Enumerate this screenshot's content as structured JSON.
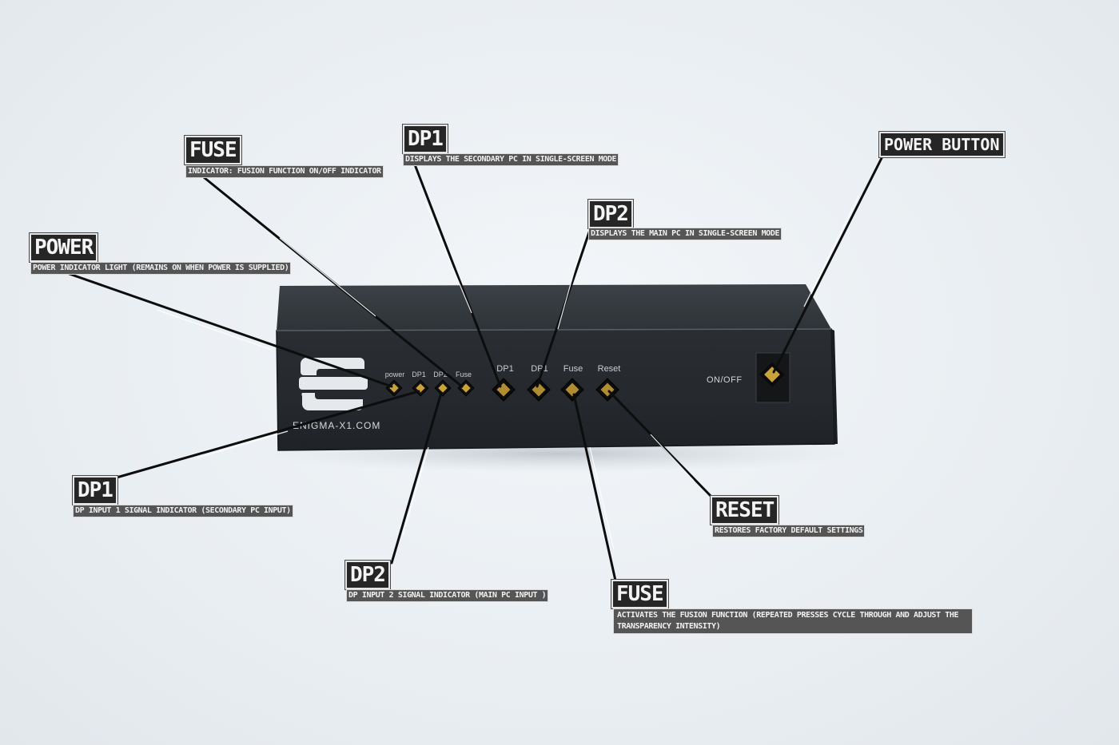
{
  "device": {
    "led_labels": [
      "power",
      "DP1",
      "DP2",
      "Fuse"
    ],
    "button_labels": [
      "DP1",
      "DP1",
      "Fuse",
      "Reset"
    ],
    "website": "ENIGMA-X1.COM",
    "switch_label": "ON/OFF",
    "body_color": "#2b2f33",
    "accent_color": "#c9a23a"
  },
  "callouts": {
    "power": {
      "title": "POWER",
      "desc": "POWER INDICATOR LIGHT (REMAINS ON WHEN POWER IS SUPPLIED)"
    },
    "fuse_indicator": {
      "title": "FUSE",
      "desc": "INDICATOR: FUSION FUNCTION ON/OFF INDICATOR"
    },
    "dp1_button": {
      "title": "DP1",
      "desc": "DISPLAYS THE SECONDARY PC IN SINGLE-SCREEN MODE"
    },
    "dp2_button": {
      "title": "DP2",
      "desc": "DISPLAYS THE MAIN PC IN SINGLE-SCREEN MODE"
    },
    "power_button": {
      "title": "POWER BUTTON"
    },
    "dp1_indicator": {
      "title": "DP1",
      "desc": "DP INPUT 1 SIGNAL INDICATOR (SECONDARY PC INPUT)"
    },
    "dp2_indicator": {
      "title": "DP2",
      "desc": "DP INPUT 2 SIGNAL INDICATOR (MAIN PC INPUT )"
    },
    "reset_button": {
      "title": "RESET",
      "desc": "RESTORES FACTORY DEFAULT SETTINGS"
    },
    "fuse_button": {
      "title": "FUSE",
      "desc": "ACTIVATES THE FUSION FUNCTION (REPEATED PRESSES CYCLE THROUGH AND ADJUST THE TRANSPARENCY INTENSITY)"
    }
  }
}
